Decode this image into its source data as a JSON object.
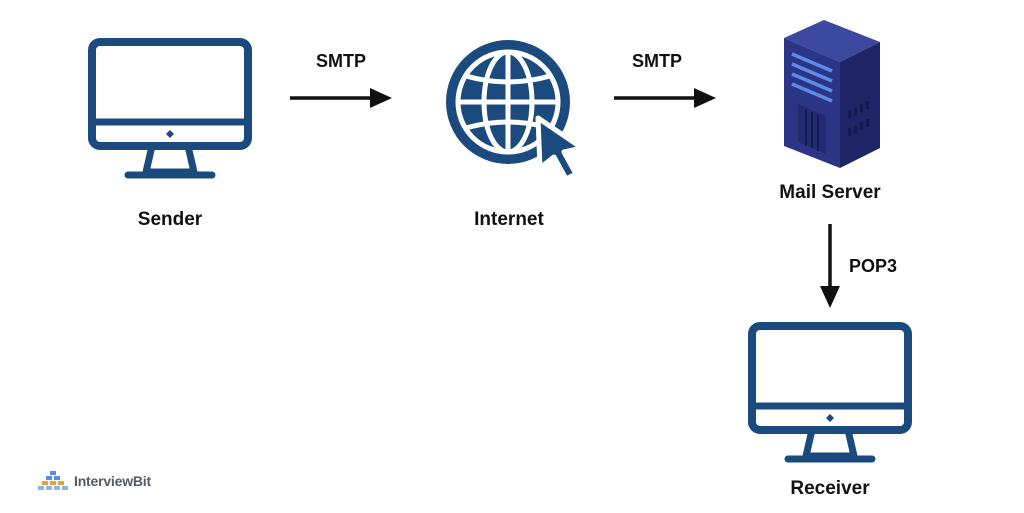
{
  "diagram": {
    "nodes": {
      "sender": {
        "label": "Sender",
        "icon": "monitor-icon"
      },
      "internet": {
        "label": "Internet",
        "icon": "globe-cursor-icon"
      },
      "mail_server": {
        "label": "Mail Server",
        "icon": "server-rack-icon"
      },
      "receiver": {
        "label": "Receiver",
        "icon": "monitor-icon"
      }
    },
    "edges": [
      {
        "from": "sender",
        "to": "internet",
        "label": "SMTP"
      },
      {
        "from": "internet",
        "to": "mail_server",
        "label": "SMTP"
      },
      {
        "from": "mail_server",
        "to": "receiver",
        "label": "POP3"
      }
    ]
  },
  "brand": {
    "text": "InterviewBit",
    "icon": "interviewbit-logo-icon"
  },
  "colors": {
    "icon_blue": "#1b4b7e",
    "server_dark": "#23286a",
    "server_light": "#34408f",
    "server_led": "#5b8de8",
    "text": "#111111"
  }
}
